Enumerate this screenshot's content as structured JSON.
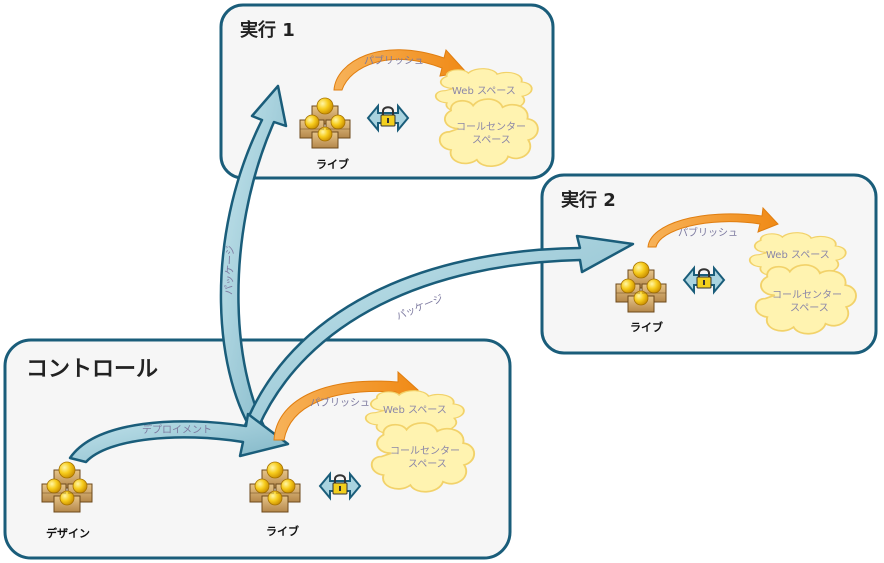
{
  "panels": {
    "control": {
      "title": "コントロール"
    },
    "run1": {
      "title": "実行 1"
    },
    "run2": {
      "title": "実行 2"
    }
  },
  "nodes": {
    "design": "デザイン",
    "control_live": "ライブ",
    "run1_live": "ライブ",
    "run2_live": "ライブ"
  },
  "clouds": {
    "web_space": "Web スペース",
    "call_center_line1": "コールセンター",
    "call_center_line2": "スペース"
  },
  "arrows": {
    "deploy": "デプロイメント",
    "publish": "パブリッシュ",
    "package": "パッケージ"
  },
  "colors": {
    "panel_border": "#1a5d7a",
    "panel_fill": "#f6f6f6",
    "big_arrow_fill": "#a9d3df",
    "big_arrow_stroke": "#1a5d7a",
    "publish_arrow": "#f39a2e",
    "cloud_fill": "#fff3b0",
    "cloud_stroke": "#f2d26a"
  }
}
